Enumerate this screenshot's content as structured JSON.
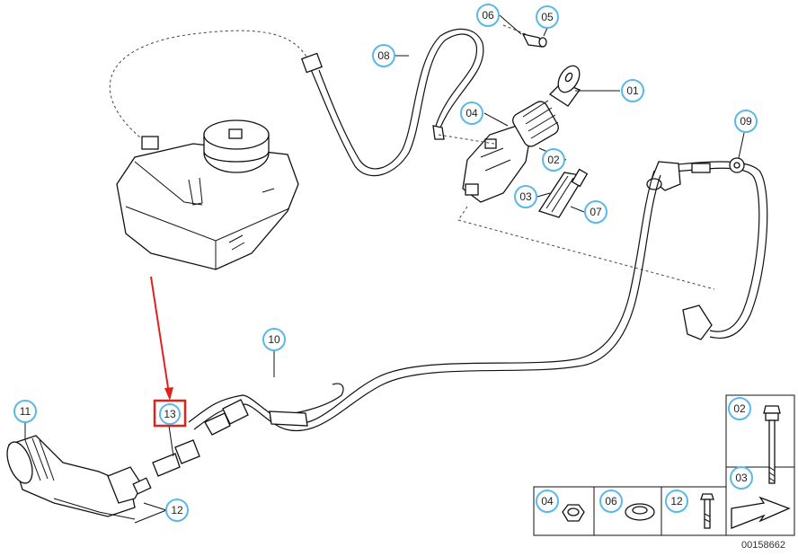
{
  "labels": {
    "01": "01",
    "02": "02",
    "03": "03",
    "04": "04",
    "05": "05",
    "06": "06",
    "07": "07",
    "08": "08",
    "09": "09",
    "10": "10",
    "11": "11",
    "12": "12",
    "13": "13"
  },
  "legend": {
    "top": [
      "02",
      "03"
    ],
    "bottom": [
      "04",
      "06",
      "12"
    ]
  },
  "highlight": {
    "part": "13",
    "color": "#e0221e"
  },
  "bubble_color": "#5bb8e8",
  "diagram_id": "00158662"
}
